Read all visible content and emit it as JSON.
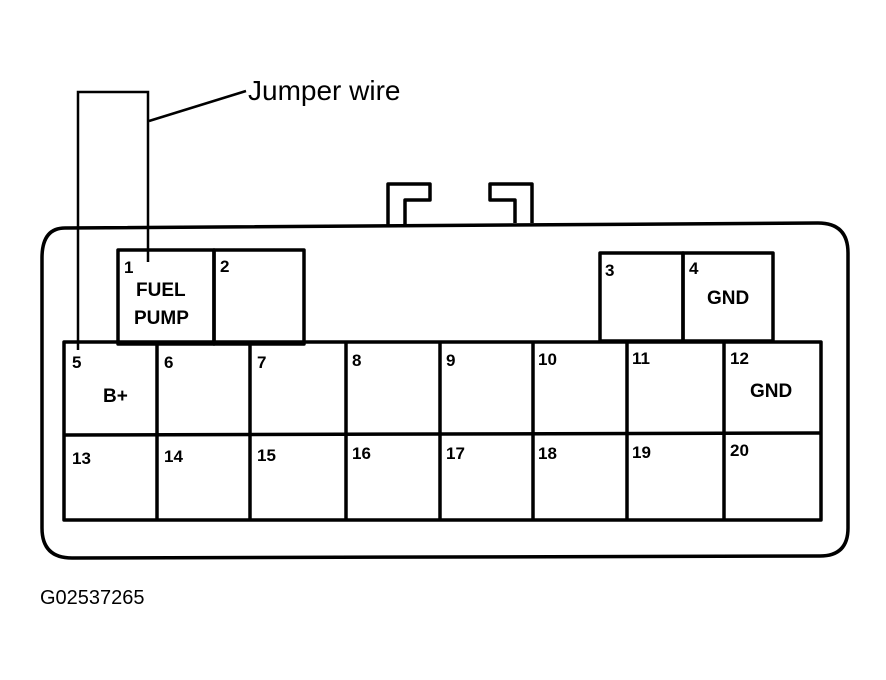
{
  "callout": {
    "jumper_wire": "Jumper wire"
  },
  "figure_id": "G02537265",
  "connector": {
    "pins": [
      {
        "num": "1",
        "label_lines": [
          "FUEL",
          "PUMP"
        ]
      },
      {
        "num": "2",
        "label_lines": []
      },
      {
        "num": "3",
        "label_lines": []
      },
      {
        "num": "4",
        "label_lines": [
          "GND"
        ]
      },
      {
        "num": "5",
        "label_lines": [
          "B+"
        ]
      },
      {
        "num": "6",
        "label_lines": []
      },
      {
        "num": "7",
        "label_lines": []
      },
      {
        "num": "8",
        "label_lines": []
      },
      {
        "num": "9",
        "label_lines": []
      },
      {
        "num": "10",
        "label_lines": []
      },
      {
        "num": "11",
        "label_lines": []
      },
      {
        "num": "12",
        "label_lines": [
          "GND"
        ]
      },
      {
        "num": "13",
        "label_lines": []
      },
      {
        "num": "14",
        "label_lines": []
      },
      {
        "num": "15",
        "label_lines": []
      },
      {
        "num": "16",
        "label_lines": []
      },
      {
        "num": "17",
        "label_lines": []
      },
      {
        "num": "18",
        "label_lines": []
      },
      {
        "num": "19",
        "label_lines": []
      },
      {
        "num": "20",
        "label_lines": []
      }
    ]
  }
}
